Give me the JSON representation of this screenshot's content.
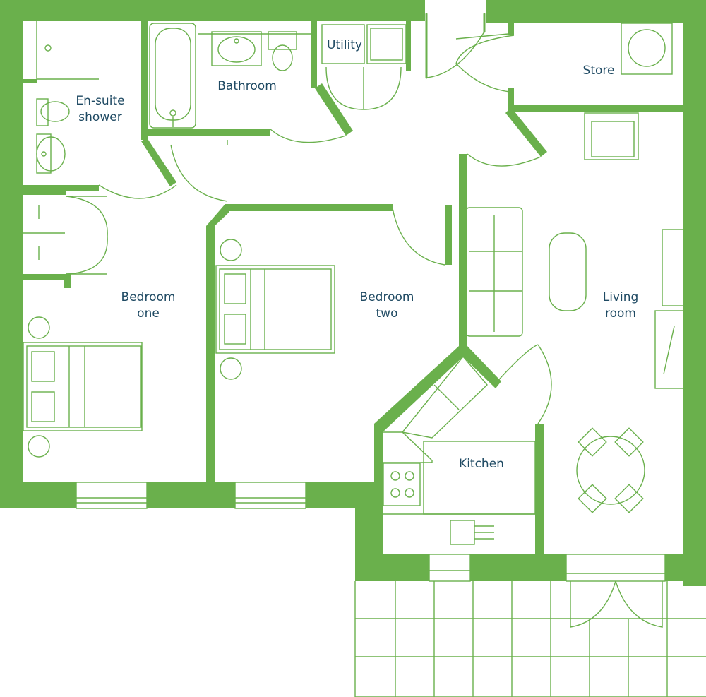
{
  "colors": {
    "wall": "#6ab04c",
    "label": "#1f4a63",
    "background": "#ffffff"
  },
  "rooms": {
    "ensuite": {
      "line1": "En-suite",
      "line2": "shower"
    },
    "bathroom": {
      "line1": "Bathroom"
    },
    "utility": {
      "line1": "Utility"
    },
    "store": {
      "line1": "Store"
    },
    "bedroom_one": {
      "line1": "Bedroom",
      "line2": "one"
    },
    "bedroom_two": {
      "line1": "Bedroom",
      "line2": "two"
    },
    "living": {
      "line1": "Living",
      "line2": "room"
    },
    "kitchen": {
      "line1": "Kitchen"
    }
  }
}
